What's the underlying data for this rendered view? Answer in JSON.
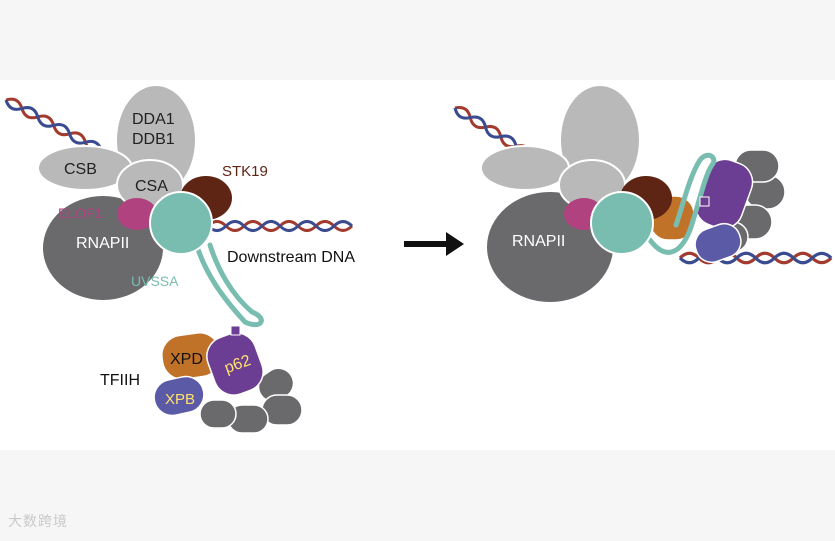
{
  "labels": {
    "dda1": "DDA1",
    "ddb1": "DDB1",
    "csb": "CSB",
    "csa": "CSA",
    "stk19": "STK19",
    "elof1": "ELOF1",
    "rnapii": "RNAPII",
    "uvssa": "UVSSA",
    "downstream": "Downstream DNA",
    "xpd": "XPD",
    "p62": "p62",
    "tfiih": "TFIIH",
    "xpb": "XPB",
    "rnapii_right": "RNAPII"
  },
  "colors": {
    "grey_light": "#b9b9b9",
    "grey_dark": "#6a6a6c",
    "stk19": "#5e2514",
    "elof1": "#b0427f",
    "uvssa": "#78bdb0",
    "xpd": "#c17229",
    "p62": "#6c3e93",
    "xpb": "#5b5aa6",
    "dna_red": "#a23b2e",
    "dna_blue": "#3a4c8f"
  },
  "watermark": "大数跨境"
}
